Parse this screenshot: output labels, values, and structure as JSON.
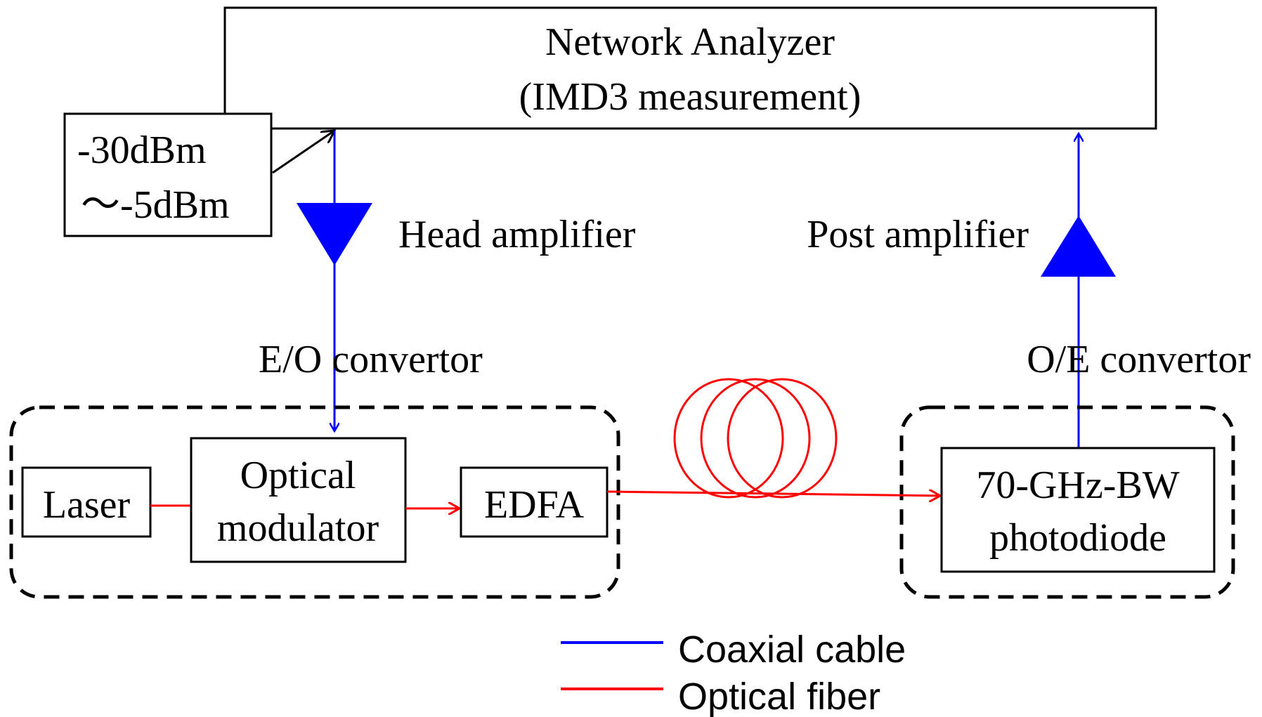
{
  "analyzer": {
    "line1": "Network Analyzer",
    "line2": "(IMD3 measurement)"
  },
  "power_range": {
    "line1": "-30dBm",
    "line2": "～-5dBm"
  },
  "labels": {
    "head_amp": "Head amplifier",
    "post_amp": "Post amplifier",
    "eo_converter": "E/O convertor",
    "oe_converter": "O/E convertor"
  },
  "blocks": {
    "laser": "Laser",
    "modulator_line1": "Optical",
    "modulator_line2": "modulator",
    "edfa": "EDFA",
    "photodiode_line1": "70-GHz-BW",
    "photodiode_line2": "photodiode"
  },
  "legend": {
    "coax": "Coaxial cable",
    "fiber": "Optical fiber"
  },
  "colors": {
    "coax": "#0000ff",
    "fiber": "#ff0000",
    "outline": "#000000"
  }
}
